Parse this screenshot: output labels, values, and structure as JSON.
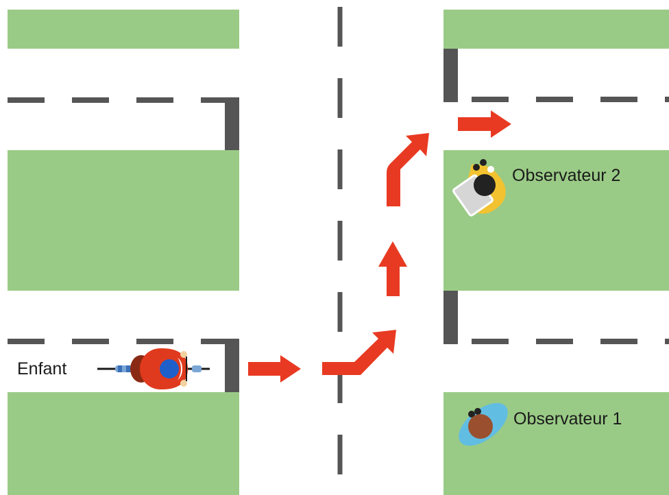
{
  "labels": {
    "child": "Enfant",
    "observer1": "Observateur 1",
    "observer2": "Observateur 2"
  },
  "colors": {
    "grass": "#9acb86",
    "curb": "#555555",
    "arrow": "#e83a22",
    "observer1_body": "#62bde3",
    "observer1_head": "#9a4f2e",
    "observer2_body": "#f2c230",
    "observer2_head": "#222222",
    "cyclist_body": "#e03a1e",
    "cyclist_helmet": "#1e5fc9"
  },
  "icons": {
    "cyclist": "cyclist-top-view-icon",
    "observer1": "observer-top-view-icon",
    "observer2": "observer-with-clipboard-top-view-icon"
  }
}
